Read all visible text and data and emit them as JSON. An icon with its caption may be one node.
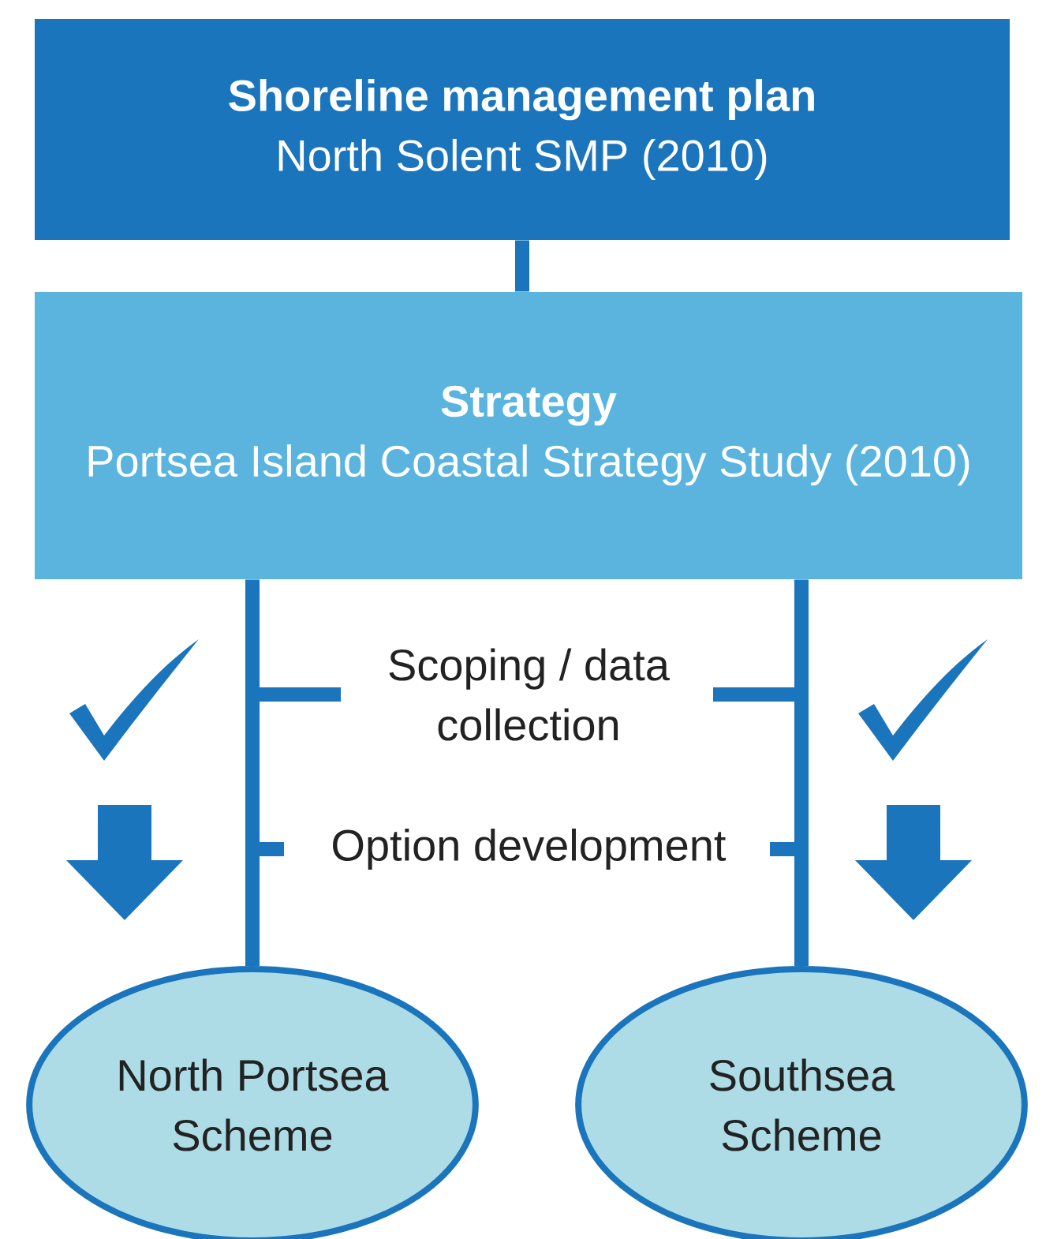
{
  "diagram": {
    "nodes": [
      {
        "text": [
          "Shoreline management plan",
          "North Solent SMP (2010)"
        ]
      },
      {
        "text": [
          "Strategy",
          "Portsea Island Coastal Strategy Study (2010)"
        ]
      },
      {
        "text": [
          "North Portsea Scheme"
        ]
      },
      {
        "text": [
          "Southsea Scheme"
        ]
      }
    ],
    "edges": [
      {
        "from": 0,
        "to": 1,
        "arrow": "none"
      },
      {
        "from": 1,
        "to": 2,
        "arrow": "none"
      },
      {
        "from": 1,
        "to": 3,
        "arrow": "none"
      }
    ],
    "labels": [
      "Scoping / data collection",
      "Option development"
    ]
  }
}
